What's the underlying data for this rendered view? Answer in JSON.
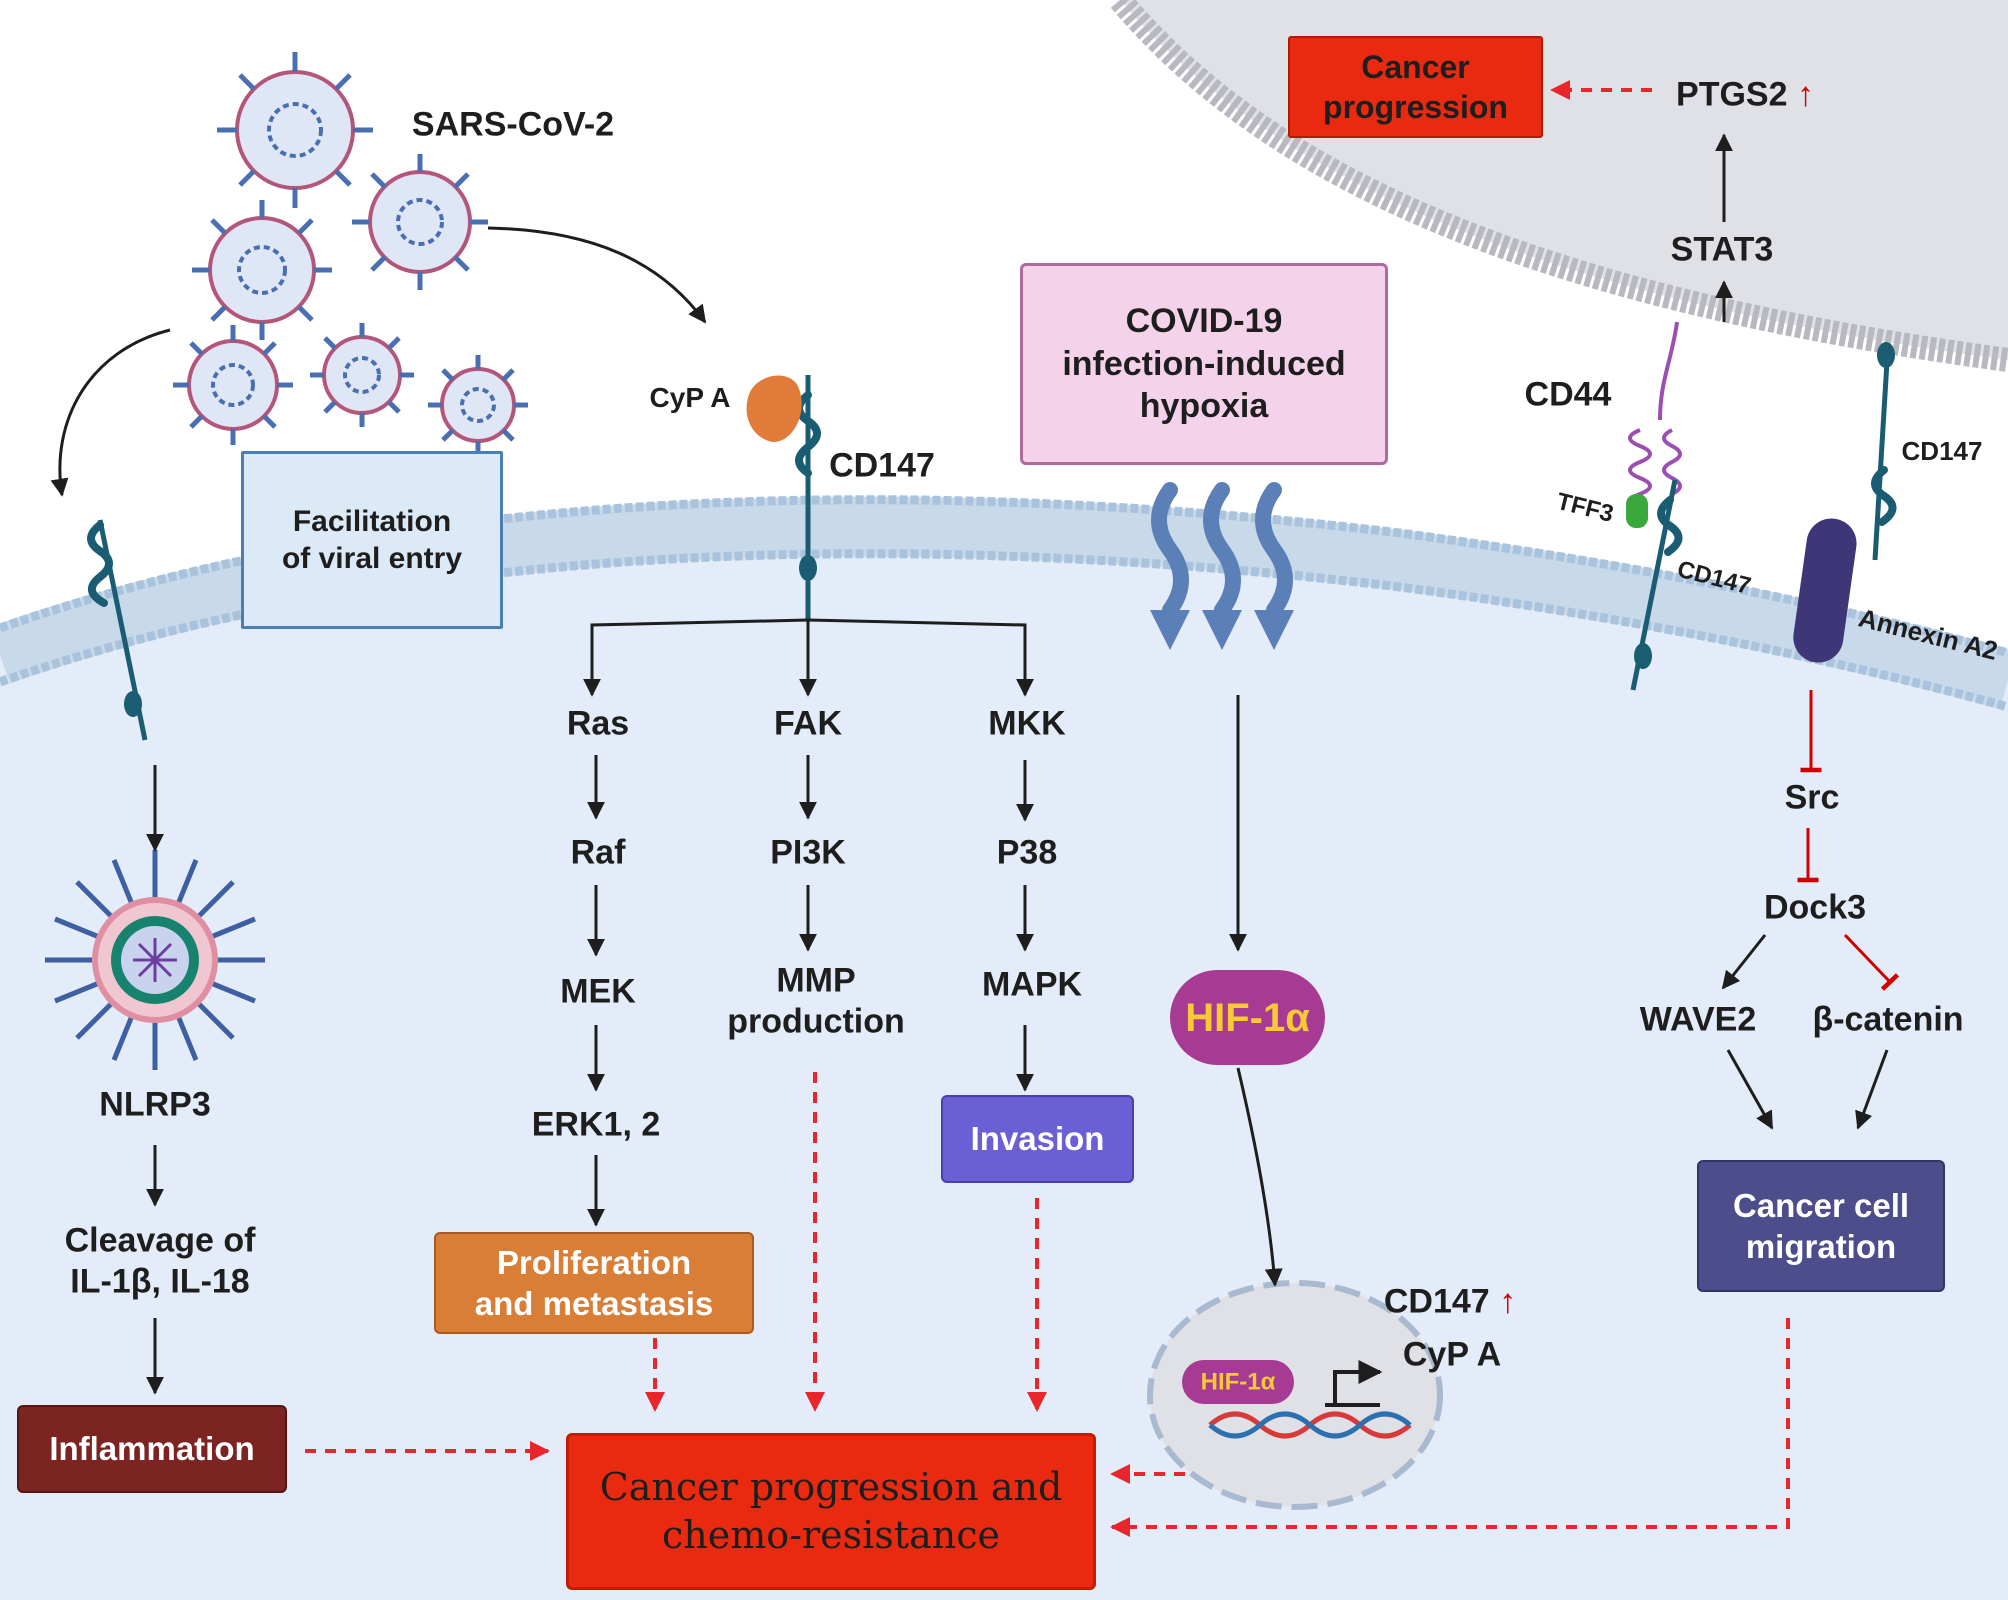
{
  "colors": {
    "outer_background": "#ffffff",
    "cell_background": "#e3ecf8",
    "nucleus_background": "#e0e1e6",
    "membrane_head": "#a9c3dd",
    "receptor_teal": "#1a5c72",
    "red_dashed_arrow": "#e8262b",
    "inflammation_box": "#7b2421",
    "proliferation_box": "#d97e37",
    "invasion_box": "#6b5fd6",
    "migration_box": "#4d4d8b",
    "hif_pill": "#a73b93",
    "hif_text": "#f6c935",
    "hypoxia_box": "#f4d2ea",
    "viral_entry_box": "#dce9f7",
    "cancer_box": "#ea2a10",
    "virus_blue": "#4a6fb0"
  },
  "labels": {
    "sars_cov2": "SARS-CoV-2",
    "cypa_top": "CyP A",
    "cd147_center": "CD147",
    "nlrp3": "NLRP3",
    "cleavage_line1": "Cleavage of",
    "cleavage_line2": "IL-1β, IL-18",
    "ras": "Ras",
    "raf": "Raf",
    "mek": "MEK",
    "erk": "ERK1, 2",
    "fak": "FAK",
    "pi3k": "PI3K",
    "mmp_line1": "MMP",
    "mmp_line2": "production",
    "mkk": "MKK",
    "p38": "P38",
    "mapk": "MAPK",
    "cd44": "CD44",
    "tff3": "TFF3",
    "cd147_tff3": "CD147",
    "cd147_right": "CD147",
    "annexin": "Annexin A2",
    "stat3": "STAT3",
    "ptgs2": "PTGS2",
    "up_arrow": "↑",
    "src": "Src",
    "dock3": "Dock3",
    "wave2": "WAVE2",
    "beta_catenin": "β-catenin",
    "cd147_nucleus": "CD147",
    "cypa_nucleus": "CyP A",
    "hif_small": "HIF-1α"
  },
  "boxes": {
    "viral_entry_line1": "Facilitation",
    "viral_entry_line2": "of viral entry",
    "hypoxia_line1": "COVID-19",
    "hypoxia_line2": "infection-induced",
    "hypoxia_line3": "hypoxia",
    "hif": "HIF-1α",
    "proliferation_line1": "Proliferation",
    "proliferation_line2": "and metastasis",
    "invasion": "Invasion",
    "inflammation": "Inflammation",
    "migration_line1": "Cancer cell",
    "migration_line2": "migration",
    "cancer_progression_line1": "Cancer",
    "cancer_progression_line2": "progression",
    "cancer_main_line1": "Cancer progression and",
    "cancer_main_line2": "chemo-resistance"
  }
}
